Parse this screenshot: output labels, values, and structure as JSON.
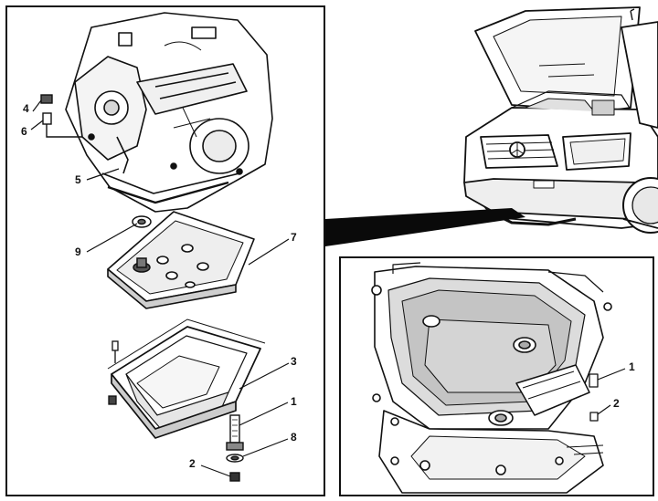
{
  "colors": {
    "ink": "#111111",
    "paper": "#ffffff",
    "shade": "#b8b8b8",
    "wedge": "#0a0a0a"
  },
  "left_panel": {
    "callouts": [
      "4",
      "6",
      "5",
      "9",
      "7",
      "3",
      "1",
      "8",
      "2"
    ]
  },
  "right_inset": {
    "callouts": [
      "1",
      "2"
    ]
  }
}
